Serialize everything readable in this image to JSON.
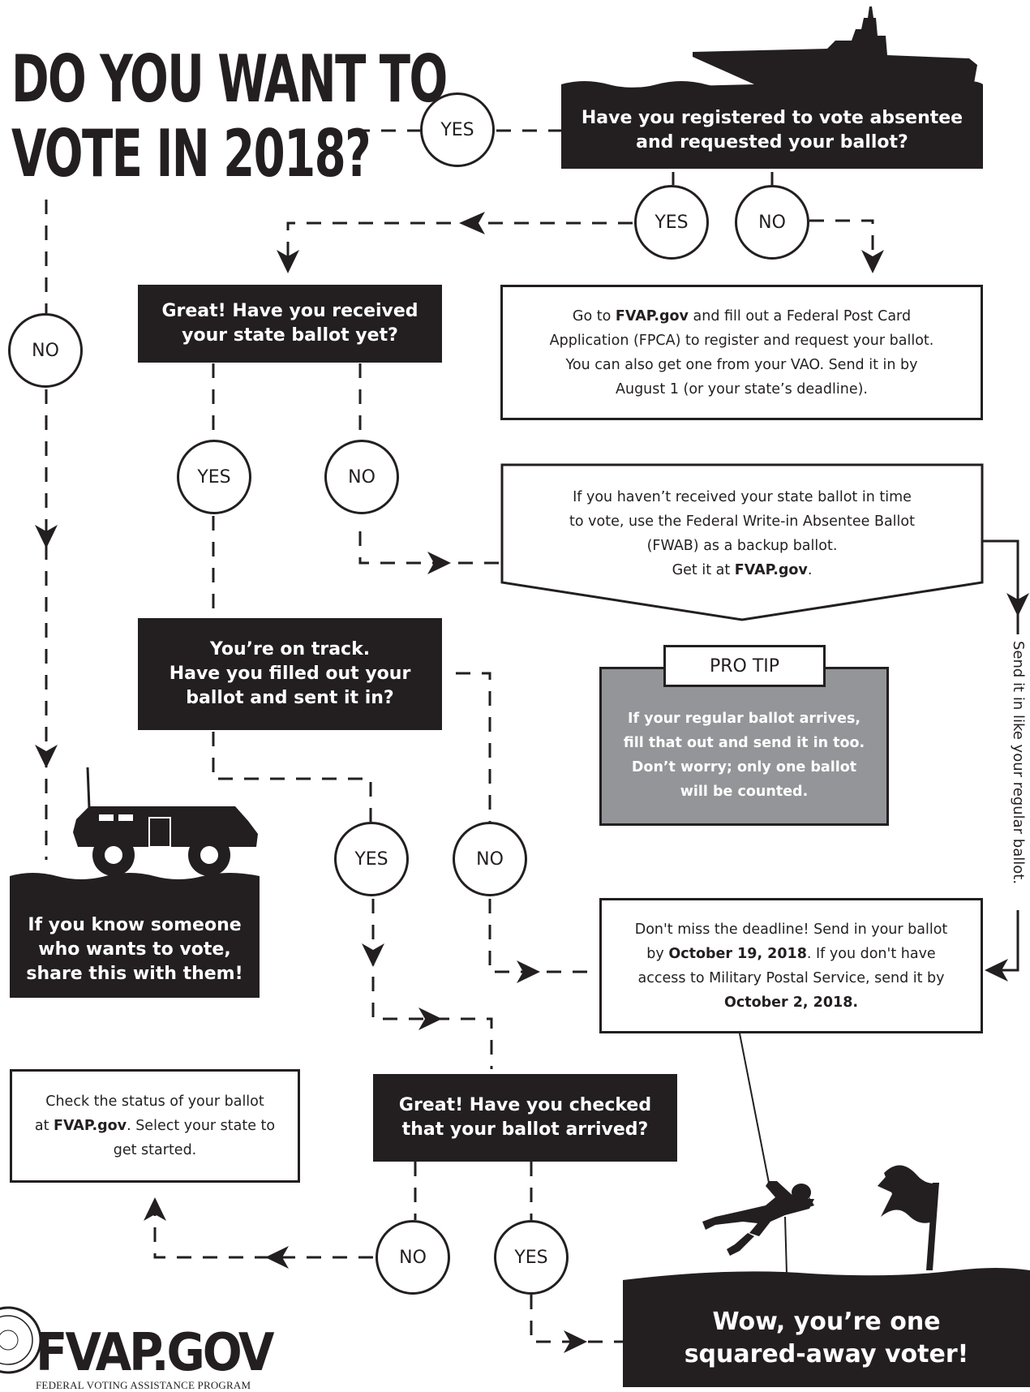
{
  "title": {
    "line1": "DO YOU WANT TO",
    "line2": "VOTE IN 2018?"
  },
  "answers": {
    "yes": "YES",
    "no": "NO"
  },
  "nodes": {
    "registered_q": {
      "line1": "Have you registered to vote absentee",
      "line2": "and requested your ballot?"
    },
    "received_q": {
      "line1": "Great! Have you received",
      "line2": "your state ballot yet?"
    },
    "fpca_box": {
      "t1": "Go to ",
      "b1": "FVAP.gov",
      "t2": " and fill out a Federal Post Card",
      "l2": "Application (FPCA) to register and request your ballot.",
      "l3": "You can also get one from your VAO. Send it in by",
      "l4": "August 1 (or your state’s deadline)."
    },
    "fwab_box": {
      "l1": "If you haven’t received your state ballot in time",
      "l2": "to vote, use the Federal Write-in Absentee Ballot",
      "l3": "(FWAB) as a backup ballot.",
      "t4": "Get it at ",
      "b4": "FVAP.gov",
      "t5": "."
    },
    "on_track_q": {
      "line1": "You’re on track.",
      "line2": "Have you filled out your",
      "line3": "ballot and sent it in?"
    },
    "pro_tip": {
      "label": "PRO TIP",
      "l1": "If your regular ballot arrives,",
      "l2": "fill that out and send it in too.",
      "l3": "Don’t worry; only one ballot",
      "l4": "will be counted."
    },
    "share_box": {
      "l1": "If you know someone",
      "l2": "who wants to vote,",
      "l3": "share this with them!"
    },
    "deadline_box": {
      "l1": "Don't miss the deadline! Send in your ballot",
      "t2": "by ",
      "b2": "October 19, 2018",
      "t3": ". If you don't have",
      "l3": "access to Military Postal Service, send it by",
      "b4": "October 2, 2018."
    },
    "status_box": {
      "l1": "Check the status of your ballot",
      "t2": "at ",
      "b2": "FVAP.gov",
      "t3": ". Select your state to",
      "l3": "get started."
    },
    "arrived_q": {
      "line1": "Great! Have you checked",
      "line2": "that your ballot arrived?"
    },
    "final_box": {
      "line1": "Wow, you’re one",
      "line2": "squared-away voter!"
    },
    "side_note": "Send it in like your regular ballot."
  },
  "logo": {
    "name": "FVAP.GOV",
    "subtitle": "FEDERAL VOTING ASSISTANCE PROGRAM"
  }
}
